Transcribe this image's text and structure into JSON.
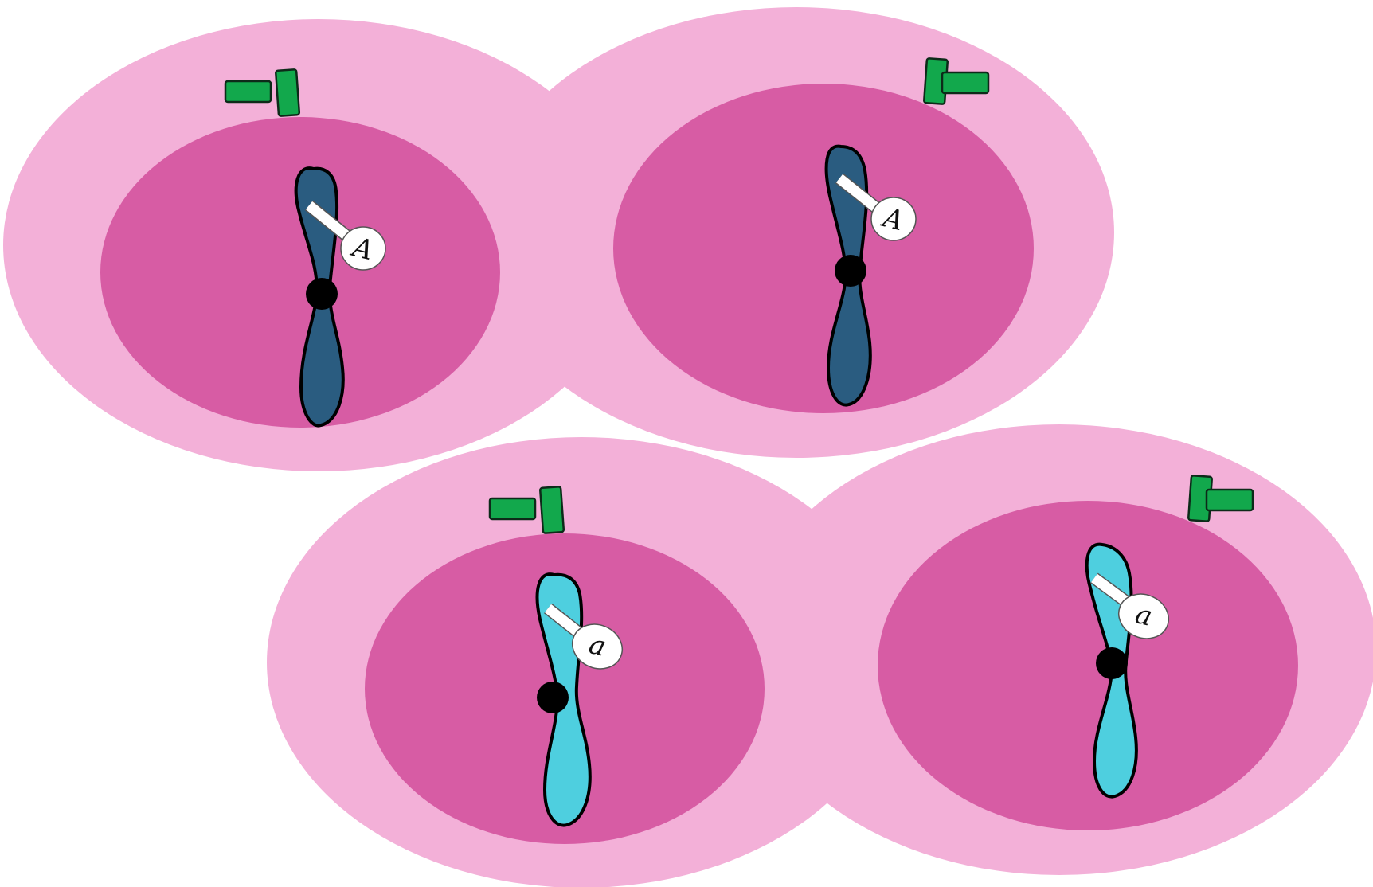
{
  "diagram": {
    "colors": {
      "cytoplasm": "#f3b0d8",
      "nucleus": "#d75ca4",
      "centriole": "#12a84c",
      "centriole_outline": "#0d2a19",
      "chromosome_dark": "#2a5c80",
      "chromosome_light": "#4ecfdf",
      "centromere": "#000000",
      "allele_tag": "#ffffff"
    },
    "cells": [
      {
        "id": "cell-top-left",
        "allele_label": "A",
        "chromosome_shade": "dark"
      },
      {
        "id": "cell-top-right",
        "allele_label": "A",
        "chromosome_shade": "dark"
      },
      {
        "id": "cell-bottom-left",
        "allele_label": "a",
        "chromosome_shade": "light"
      },
      {
        "id": "cell-bottom-right",
        "allele_label": "a",
        "chromosome_shade": "light"
      }
    ]
  }
}
